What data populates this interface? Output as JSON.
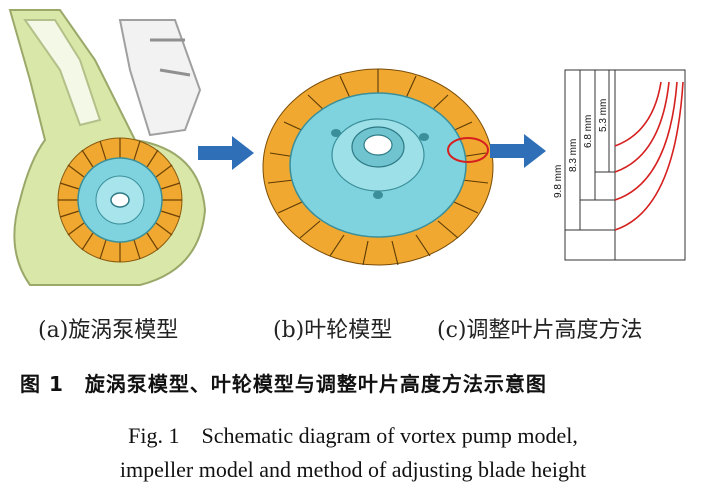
{
  "panels": {
    "a_label": "(a)旋涡泵模型",
    "b_label": "(b)叶轮模型",
    "c_label": "(c)调整叶片高度方法"
  },
  "dimensions": [
    "9.8 mm",
    "8.3 mm",
    "6.8 mm",
    "5.3 mm"
  ],
  "caption": {
    "zh": "图 1　旋涡泵模型、叶轮模型与调整叶片高度方法示意图",
    "en_line1": "Fig. 1　Schematic diagram of vortex pump model,",
    "en_line2": "impeller model and method of adjusting blade height"
  },
  "colors": {
    "casing": "#d9e8a8",
    "impeller": "#7fd3df",
    "blade": "#f0a830",
    "arrow": "#2f6fb8",
    "curve": "#d62020"
  },
  "icons": [
    "arrow-right-icon",
    "arrow-right-icon"
  ]
}
